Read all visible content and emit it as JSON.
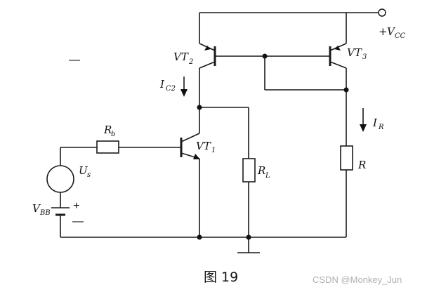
{
  "labels": {
    "vcc_sign": "+",
    "vcc_main": "V",
    "vcc_sub": "CC",
    "vt2_main": "VT",
    "vt2_sub": "2",
    "vt3_main": "VT",
    "vt3_sub": "3",
    "vt1_main": "VT",
    "vt1_sub": "1",
    "ic2_main": "I",
    "ic2_sub": "C2",
    "ir_main": "I",
    "ir_sub": "R",
    "rb_main": "R",
    "rb_sub": "b",
    "us_main": "U",
    "us_sub": "s",
    "rl_main": "R",
    "rl_sub": "L",
    "r_main": "R",
    "vbb_main": "V",
    "vbb_sub": "BB",
    "plus": "+",
    "minus": "—",
    "stray_dash": "—"
  },
  "caption": "图 19",
  "watermark": "CSDN @Monkey_Jun"
}
